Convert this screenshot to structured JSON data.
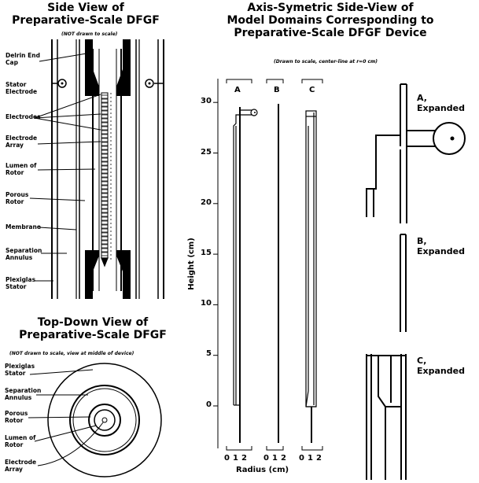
{
  "side_view": {
    "title_line1": "Side View of",
    "title_line2": "Preparative-Scale DFGF",
    "note": "(NOT drawn to scale)",
    "labels": {
      "delrin_1": "Delrin End",
      "delrin_2": "Cap",
      "stator_1": "Stator",
      "stator_2": "Electrode",
      "electrodes": "Electrodes",
      "array_1": "Electrode",
      "array_2": "Array",
      "lumen_1": "Lumen of",
      "lumen_2": "Rotor",
      "porous_1": "Porous",
      "porous_2": "Rotor",
      "membrane": "Membrane",
      "sep_1": "Separation",
      "sep_2": "Annulus",
      "plexi_1": "Plexiglas",
      "plexi_2": "Stator"
    }
  },
  "top_view": {
    "title_line1": "Top-Down View of",
    "title_line2": "Preparative-Scale DFGF",
    "note": "(NOT drawn to scale, view at middle of device)",
    "labels": {
      "plexi_1": "Plexiglas",
      "plexi_2": "Stator",
      "sep_1": "Separation",
      "sep_2": "Annulus",
      "porous_1": "Porous",
      "porous_2": "Rotor",
      "lumen_1": "Lumen of",
      "lumen_2": "Rotor",
      "array_1": "Electrode",
      "array_2": "Array"
    }
  },
  "axis_view": {
    "title_line1": "Axis-Symetric Side-View of",
    "title_line2": "Model Domains Corresponding to",
    "title_line3": "Preparative-Scale DFGF Device",
    "note": "(Drawn to scale, center-line at r=0 cm)",
    "ylabel": "Height (cm)",
    "xlabel": "Radius (cm)",
    "yticks": [
      "30",
      "25",
      "20",
      "15",
      "10",
      "5",
      "0"
    ],
    "xticks": [
      "0",
      "1",
      "2"
    ],
    "columns": [
      "A",
      "B",
      "C"
    ]
  },
  "expanded": {
    "a_1": "A,",
    "a_2": "Expanded",
    "b_1": "B,",
    "b_2": "Expanded",
    "c_1": "C,",
    "c_2": "Expanded"
  }
}
